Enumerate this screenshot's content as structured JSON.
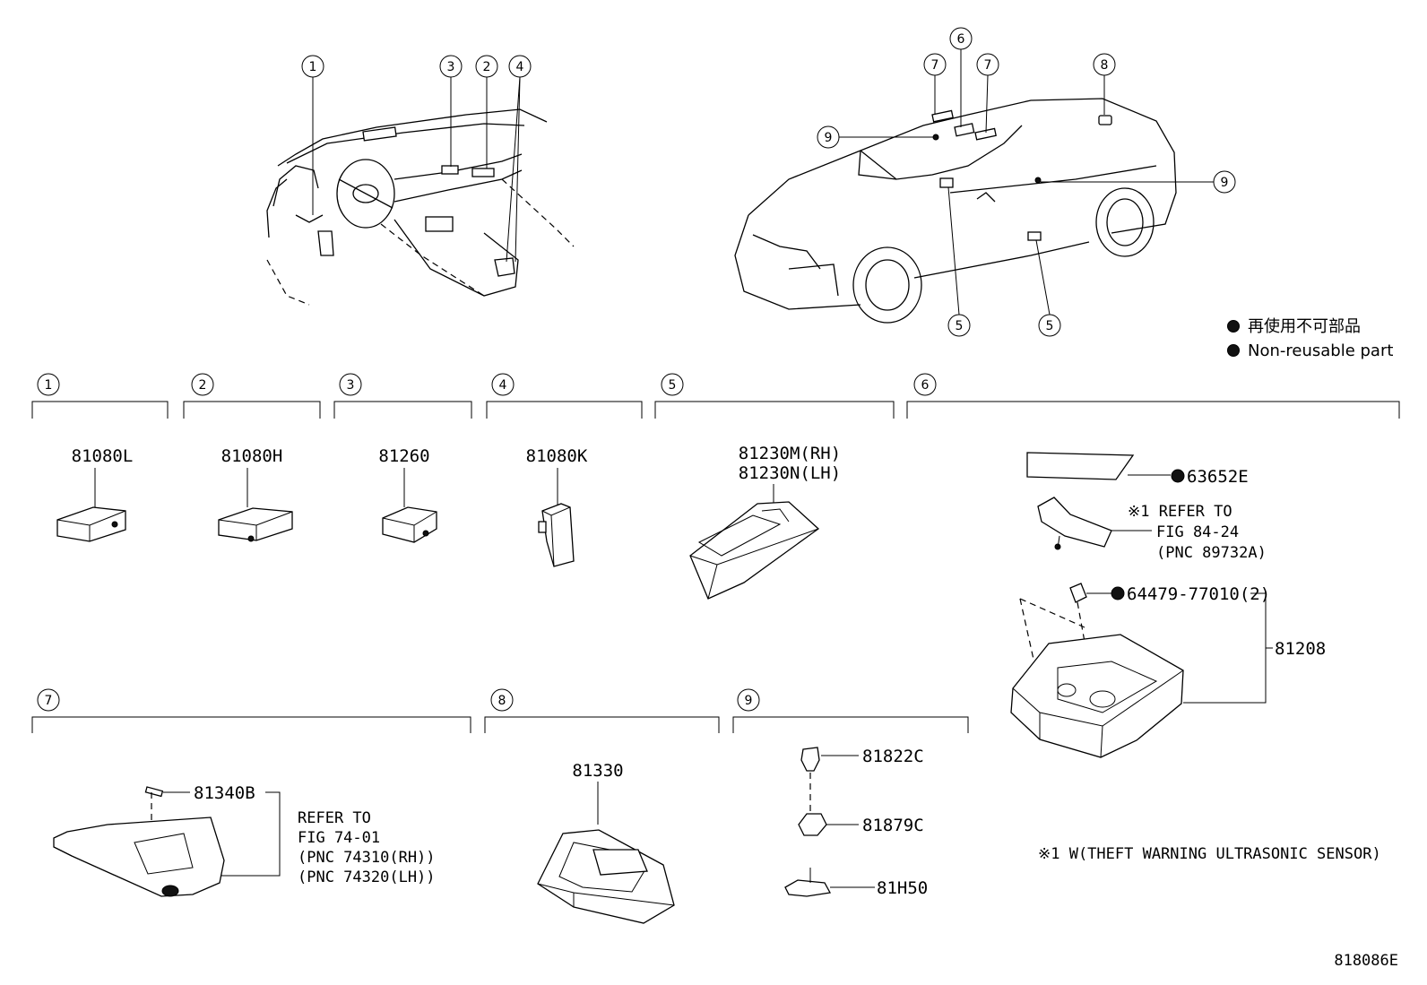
{
  "legend": {
    "japanese": "再使用不可部品",
    "english": "Non-reusable part"
  },
  "callouts": {
    "overview_interior": [
      "1",
      "3",
      "2",
      "4"
    ],
    "overview_car": [
      "7",
      "6",
      "7",
      "8",
      "9",
      "9",
      "5",
      "5"
    ]
  },
  "groups": [
    {
      "num": "1",
      "parts": [
        "81080L"
      ]
    },
    {
      "num": "2",
      "parts": [
        "81080H"
      ]
    },
    {
      "num": "3",
      "parts": [
        "81260"
      ]
    },
    {
      "num": "4",
      "parts": [
        "81080K"
      ]
    },
    {
      "num": "5",
      "parts": [
        "81230M(RH)",
        "81230N(LH)"
      ]
    },
    {
      "num": "6",
      "parts": [
        "63652E",
        "64479-77010(2)",
        "81208"
      ],
      "refer_lines": [
        "※1 REFER TO",
        "FIG 84-24",
        "(PNC 89732A)"
      ]
    },
    {
      "num": "7",
      "parts": [
        "81340B"
      ],
      "refer_lines": [
        "REFER TO",
        "FIG 74-01",
        "(PNC 74310(RH))",
        "(PNC 74320(LH))"
      ]
    },
    {
      "num": "8",
      "parts": [
        "81330"
      ]
    },
    {
      "num": "9",
      "parts": [
        "81822C",
        "81879C",
        "81H50"
      ]
    }
  ],
  "footnote": "※1 W(THEFT WARNING ULTRASONIC SENSOR)",
  "illustration_number": "818086E"
}
